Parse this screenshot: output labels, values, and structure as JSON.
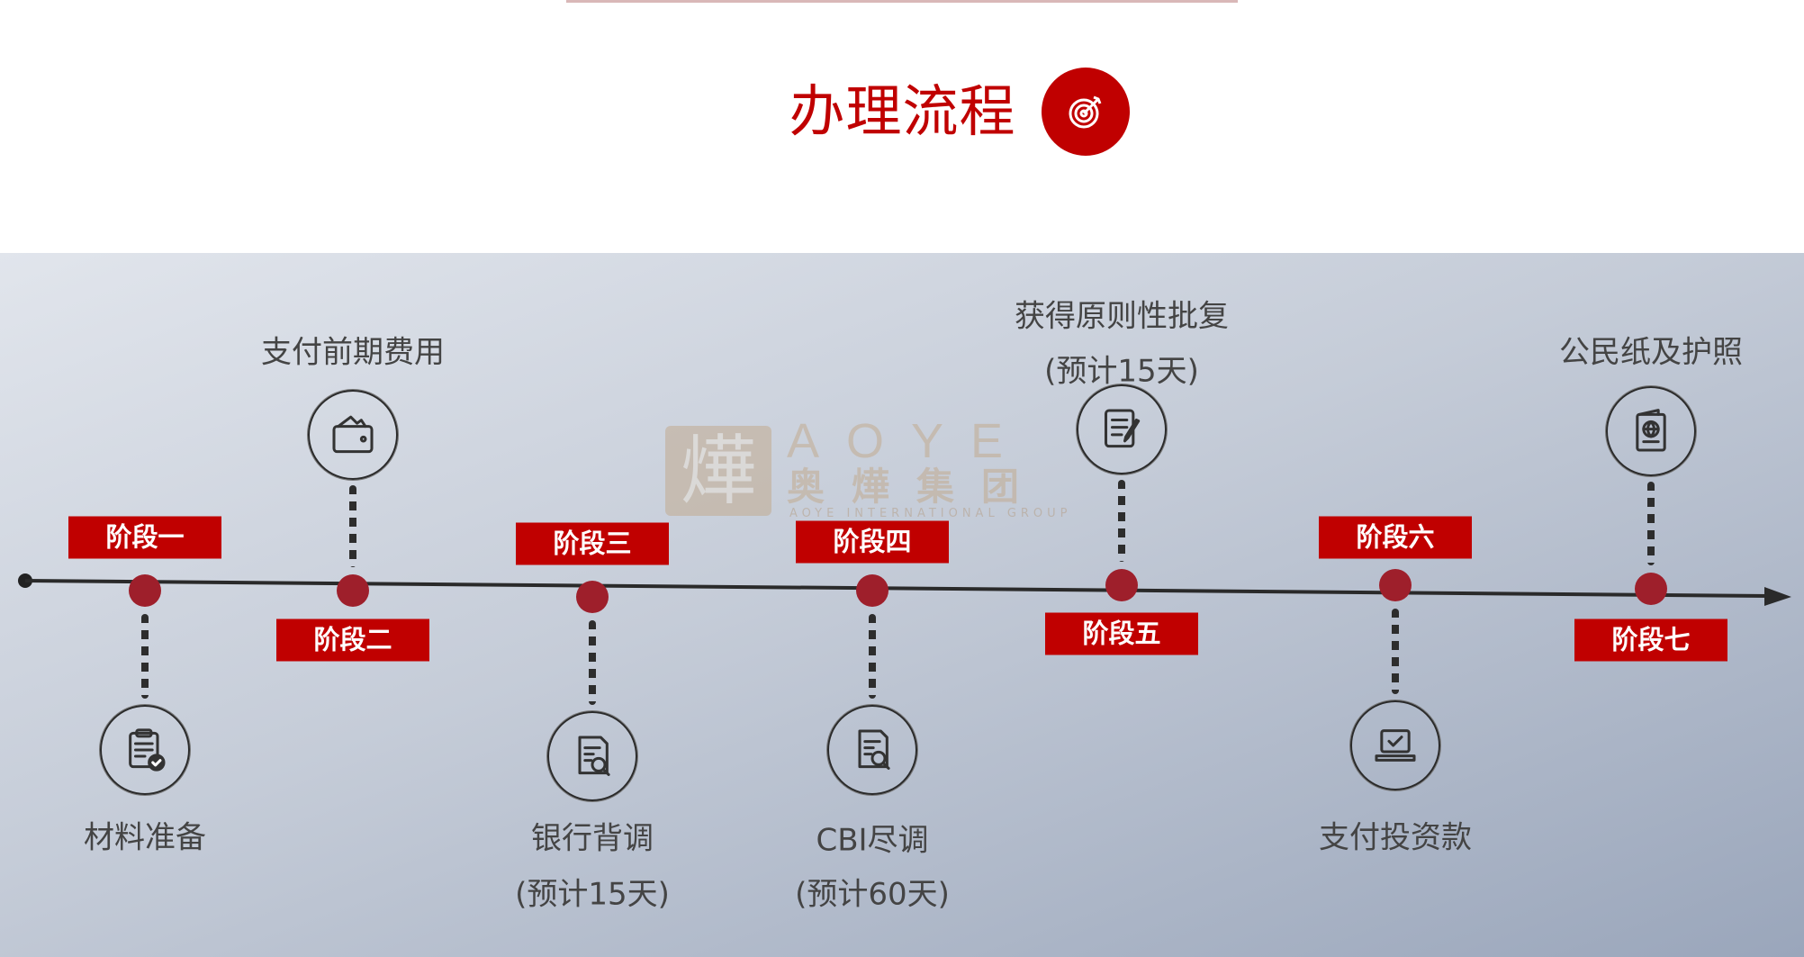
{
  "header": {
    "title": "办理流程",
    "title_icon": "target-icon"
  },
  "watermark": {
    "seal": "燁",
    "brand_en": "AOYE",
    "brand_cn": "奥燁集团",
    "subtitle": "AOYE INTERNATIONAL GROUP"
  },
  "colors": {
    "accent": "#c00000",
    "dot": "#9e1f2b",
    "text": "#444444"
  },
  "stages": [
    {
      "label": "阶段一",
      "title": "材料准备",
      "note": "",
      "icon": "clipboard-check-icon"
    },
    {
      "label": "阶段二",
      "title": "支付前期费用",
      "note": "",
      "icon": "wallet-icon"
    },
    {
      "label": "阶段三",
      "title": "银行背调",
      "note": "(预计15天)",
      "icon": "document-search-icon"
    },
    {
      "label": "阶段四",
      "title": "CBI尽调",
      "note": "(预计60天)",
      "icon": "document-search-icon"
    },
    {
      "label": "阶段五",
      "title": "获得原则性批复",
      "note": "(预计15天)",
      "icon": "document-edit-icon"
    },
    {
      "label": "阶段六",
      "title": "支付投资款",
      "note": "",
      "icon": "laptop-check-icon"
    },
    {
      "label": "阶段七",
      "title": "公民纸及护照",
      "note": "",
      "icon": "passport-icon"
    }
  ]
}
